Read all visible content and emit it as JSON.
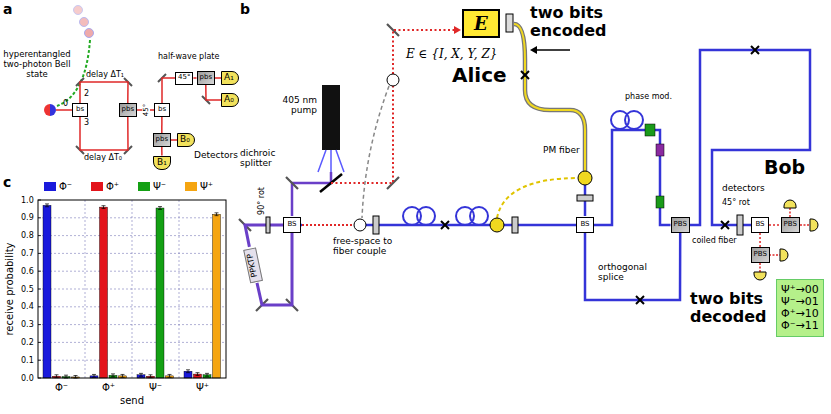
{
  "diagram": {
    "nodes": [
      {
        "text": [
          "bs"
        ]
      },
      {
        "text": [
          "pbs"
        ]
      },
      {
        "text": [
          "bs"
        ]
      },
      {
        "text": [
          "45°"
        ]
      },
      {
        "text": [
          "pbs"
        ]
      },
      {
        "text": [
          "A₁"
        ]
      },
      {
        "text": [
          "A₀"
        ]
      },
      {
        "text": [
          "pbs"
        ]
      },
      {
        "text": [
          "B₀"
        ]
      },
      {
        "text": [
          "B₁"
        ]
      },
      {
        "text": [
          "E"
        ]
      },
      {
        "text": [
          "BS"
        ]
      },
      {
        "text": [
          "PPKTP"
        ]
      },
      {
        "text": [
          "BS"
        ]
      },
      {
        "text": [
          "PBS"
        ]
      },
      {
        "text": [
          "BS"
        ]
      },
      {
        "text": [
          "PBS"
        ]
      },
      {
        "text": [
          "PBS"
        ]
      },
      {
        "text": [
          "Ψ⁺→00",
          "Ψ⁻→01",
          "Φ⁺→10",
          "Φ⁻→11"
        ]
      }
    ],
    "edges": [
      {
        "from": 0,
        "to": 1,
        "arrow": "none"
      },
      {
        "from": 0,
        "to": 1,
        "arrow": "none"
      },
      {
        "from": 1,
        "to": 2,
        "arrow": "none"
      },
      {
        "from": 2,
        "to": 3,
        "arrow": "none"
      },
      {
        "from": 3,
        "to": 4,
        "arrow": "none"
      },
      {
        "from": 4,
        "to": 5,
        "arrow": "none"
      },
      {
        "from": 4,
        "to": 6,
        "arrow": "none"
      },
      {
        "from": 2,
        "to": 7,
        "arrow": "none"
      },
      {
        "from": 7,
        "to": 8,
        "arrow": "none"
      },
      {
        "from": 7,
        "to": 9,
        "arrow": "none"
      },
      {
        "from": 11,
        "to": 12,
        "arrow": "none"
      },
      {
        "from": 12,
        "to": 11,
        "arrow": "none"
      },
      {
        "from": 11,
        "to": 13,
        "arrow": "none"
      },
      {
        "from": 13,
        "to": 14,
        "arrow": "none"
      },
      {
        "from": 13,
        "to": 14,
        "arrow": "none"
      },
      {
        "from": 14,
        "to": 15,
        "arrow": "none"
      },
      {
        "from": 15,
        "to": 16,
        "arrow": "none"
      },
      {
        "from": 15,
        "to": 17,
        "arrow": "none"
      }
    ],
    "labels": [
      "a",
      "hyperentangled two-photon Bell state",
      "0",
      "2",
      "3",
      "delay ΔT₁",
      "delay ΔT₀",
      "45°",
      "half-wave plate",
      "Detectors",
      "b",
      "two bits encoded",
      "E ∈ {I, X, Y, Z}",
      "Alice",
      "405 nm pump",
      "dichroic splitter",
      "90° rot",
      "free-space to fiber couple",
      "PM fiber",
      "phase mod.",
      "coiled fiber",
      "orthogonal splice",
      "45° rot",
      "Bob",
      "detectors",
      "two bits decoded",
      "c",
      "receive probability",
      "1.0",
      "0.9",
      "0.8",
      "0.7",
      "0.6",
      "0.5",
      "0.4",
      "0.3",
      "0.2",
      "0.1",
      "0.0",
      "Φ⁻",
      "Φ⁺",
      "Ψ⁻",
      "Ψ⁺",
      "send"
    ],
    "legend": [
      {
        "text": "Φ⁻",
        "color": "#1a1adc"
      },
      {
        "text": "Φ⁺",
        "color": "#e3141b"
      },
      {
        "text": "Ψ⁻",
        "color": "#14a014"
      },
      {
        "text": "Ψ⁺",
        "color": "#f5a511"
      }
    ]
  }
}
